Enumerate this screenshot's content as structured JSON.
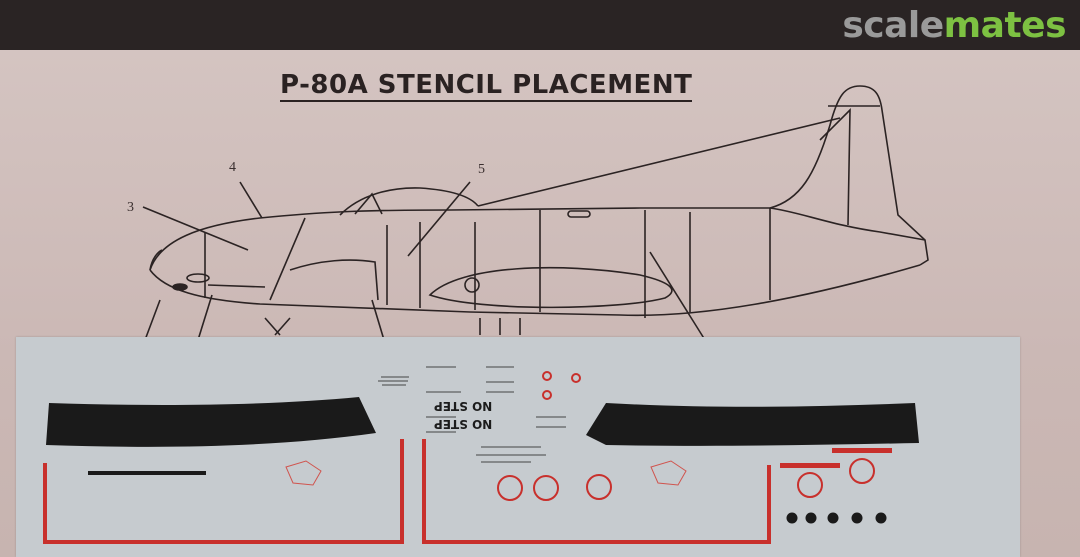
{
  "site": {
    "logo_part1": "scale",
    "logo_part2": "mates",
    "logo_colors": {
      "part1": "#9a9a9a",
      "part2": "#7dc142"
    }
  },
  "instructions": {
    "title": "P-80A STENCIL PLACEMENT",
    "callouts": [
      {
        "label": "3"
      },
      {
        "label": "4"
      },
      {
        "label": "5"
      }
    ]
  },
  "decal_sheet": {
    "stencils": {
      "no_step_1": "NO STEP",
      "no_step_2": "NO STEP"
    },
    "colors": {
      "background": "#c6cbcf",
      "red": "#c8302c",
      "black": "#1a1a1a"
    },
    "black_dots_count": 5
  }
}
